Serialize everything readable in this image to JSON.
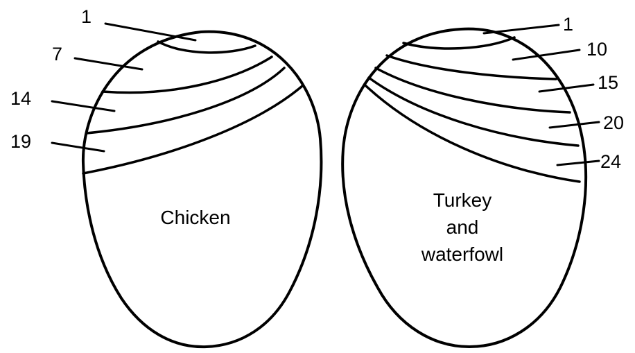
{
  "chicken": {
    "name": "Chicken",
    "day_labels": [
      "1",
      "7",
      "14",
      "19"
    ]
  },
  "turkey": {
    "name_lines": [
      "Turkey",
      "and",
      "waterfowl"
    ],
    "day_labels": [
      "1",
      "10",
      "15",
      "20",
      "24"
    ]
  },
  "colors": {
    "line": "#000000",
    "background": "#ffffff"
  }
}
